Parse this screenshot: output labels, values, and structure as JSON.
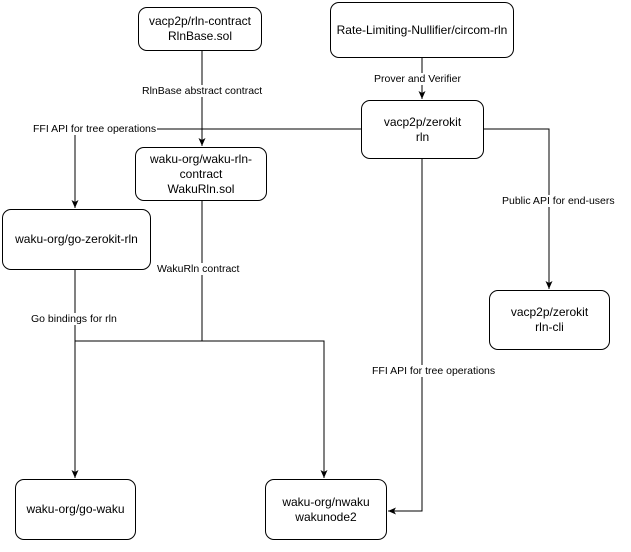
{
  "nodes": {
    "rln_contract": {
      "line1": "vacp2p/rln-contract",
      "line2": "RlnBase.sol"
    },
    "circom_rln": {
      "line1": "Rate-Limiting-Nullifier/circom-rln"
    },
    "zerokit_rln": {
      "line1": "vacp2p/zerokit",
      "line2": "rln"
    },
    "waku_rln_contract": {
      "line1": "waku-org/waku-rln-",
      "line2": "contract",
      "line3": "WakuRln.sol"
    },
    "go_zerokit_rln": {
      "line1": "waku-org/go-zerokit-rln"
    },
    "zerokit_rln_cli": {
      "line1": "vacp2p/zerokit",
      "line2": "rln-cli"
    },
    "go_waku": {
      "line1": "waku-org/go-waku"
    },
    "nwaku": {
      "line1": "waku-org/nwaku",
      "line2": "wakunode2"
    }
  },
  "edge_labels": {
    "rlnbase_abstract": "RlnBase abstract contract",
    "prover_verifier": "Prover and Verifier",
    "ffi_tree_top": "FFI API for tree operations",
    "public_api": "Public API for end-users",
    "wakurln_contract": "WakuRln contract",
    "go_bindings": "Go bindings for rln",
    "ffi_tree_bottom": "FFI API for tree operations"
  }
}
